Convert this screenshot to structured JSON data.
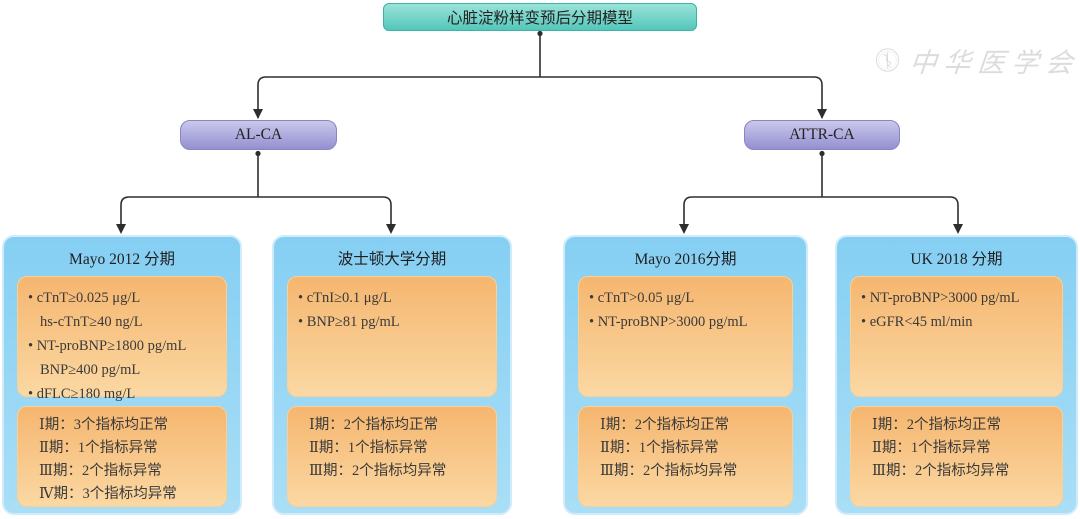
{
  "title": "心脏淀粉样变预后分期模型",
  "watermark": {
    "text": "中华医学会",
    "logo": "cma-seal"
  },
  "branches": [
    {
      "label": "AL-CA"
    },
    {
      "label": "ATTR-CA"
    }
  ],
  "cards": [
    {
      "header": "Mayo 2012 分期",
      "criteria": [
        "• cTnT≥0.025 μg/L",
        "hs-cTnT≥40 ng/L",
        "• NT-proBNP≥1800 pg/mL",
        "BNP≥400 pg/mL",
        "• dFLC≥180 mg/L"
      ],
      "stages": [
        "Ⅰ期：3个指标均正常",
        "Ⅱ期：1个指标异常",
        "Ⅲ期：2个指标异常",
        "Ⅳ期：3个指标均异常"
      ]
    },
    {
      "header": "波士顿大学分期",
      "criteria": [
        "• cTnI≥0.1 μg/L",
        "• BNP≥81 pg/mL"
      ],
      "stages": [
        "Ⅰ期：2个指标均正常",
        "Ⅱ期：1个指标异常",
        "Ⅲ期：2个指标均异常"
      ]
    },
    {
      "header": "Mayo 2016分期",
      "criteria": [
        "• cTnT>0.05 μg/L",
        "• NT-proBNP>3000 pg/mL"
      ],
      "stages": [
        "Ⅰ期：2个指标均正常",
        "Ⅱ期：1个指标异常",
        "Ⅲ期：2个指标均异常"
      ]
    },
    {
      "header": "UK 2018 分期",
      "criteria": [
        "• NT-proBNP>3000 pg/mL",
        "• eGFR<45 ml/min"
      ],
      "stages": [
        "Ⅰ期：2个指标均正常",
        "Ⅱ期：1个指标异常",
        "Ⅲ期：2个指标均异常"
      ]
    }
  ],
  "colors": {
    "title_fill_top": "#9ae3d8",
    "title_fill_bottom": "#55c6ba",
    "title_border": "#3cb3a6",
    "branch_fill_top": "#cbc8ec",
    "branch_fill_bottom": "#9390d1",
    "branch_border": "#8a85c6",
    "card_fill_top": "#85cff3",
    "card_fill_bottom": "#a9def6",
    "card_border": "#d0ecfa",
    "panel_fill_top": "#f5b66f",
    "panel_fill_bottom": "#fbd8a3",
    "panel_border": "#f9d096",
    "connector_color": "#2e2e2e",
    "text_color": "#3a3a3a",
    "watermark_color": "#d7d7d7"
  }
}
